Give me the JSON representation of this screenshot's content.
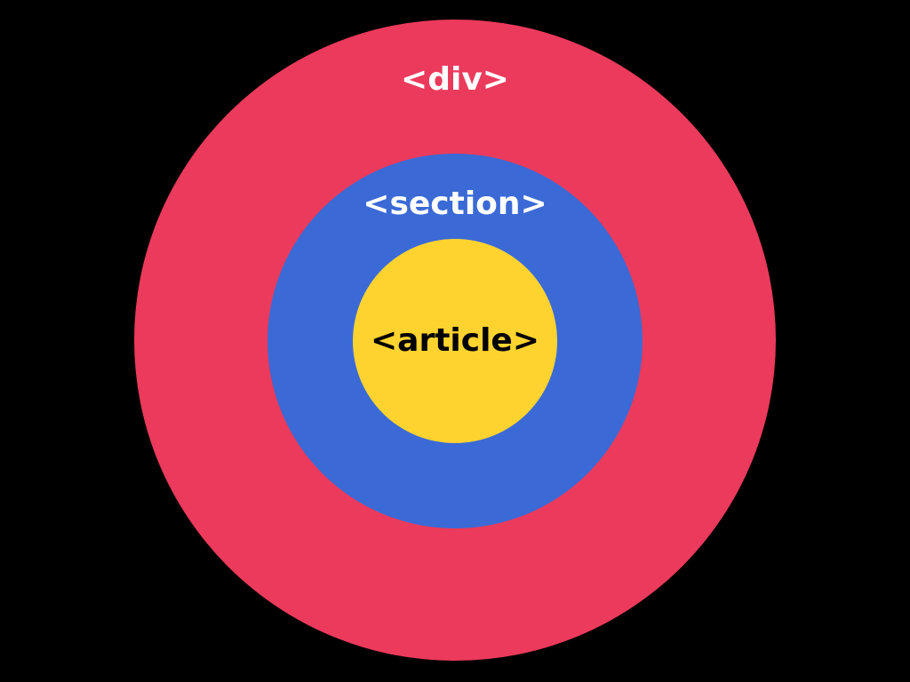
{
  "diagram": {
    "levels": [
      {
        "label": "<div>",
        "color": "#eb3a5c",
        "text_color": "#ffffff"
      },
      {
        "label": "<section>",
        "color": "#3b6ad6",
        "text_color": "#ffffff"
      },
      {
        "label": "<article>",
        "color": "#fed330",
        "text_color": "#000000"
      }
    ],
    "background": "#000000"
  }
}
